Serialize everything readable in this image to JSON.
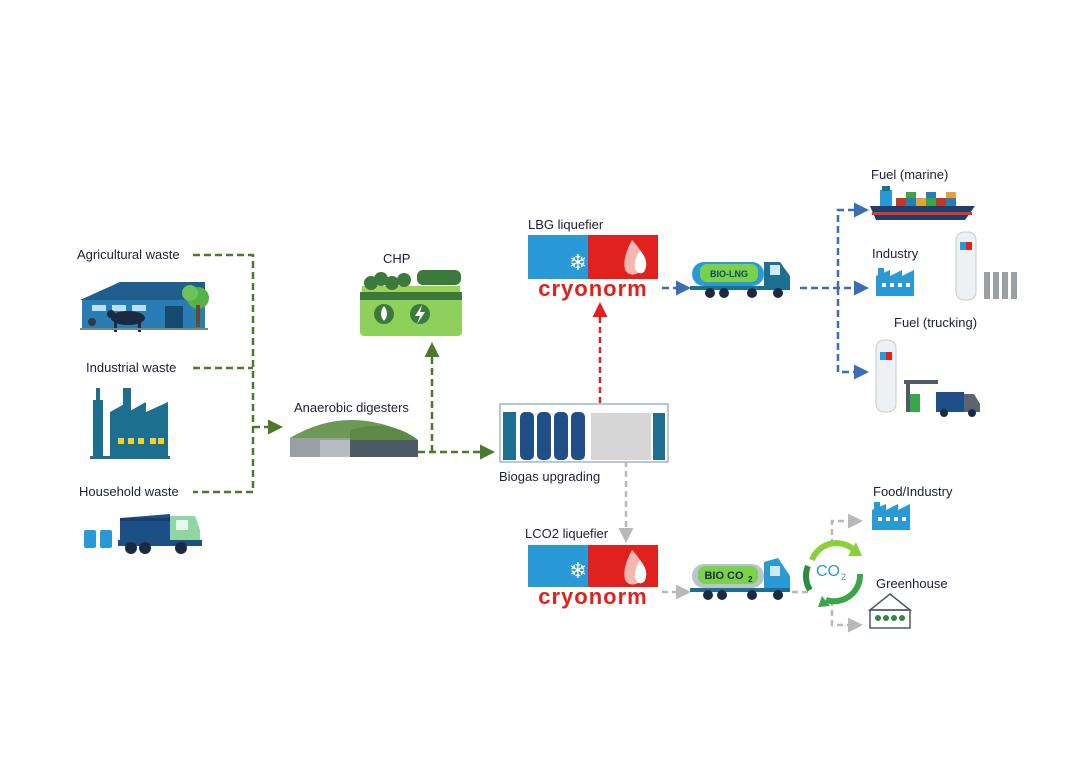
{
  "labels": {
    "agricultural_waste": "Agricultural waste",
    "industrial_waste": "Industrial waste",
    "household_waste": "Household waste",
    "anaerobic_digesters": "Anaerobic digesters",
    "chp": "CHP",
    "biogas_upgrading": "Biogas upgrading",
    "lbg_liquefier": "LBG liquefier",
    "lco2_liquefier": "LCO2 liquefier",
    "fuel_marine": "Fuel (marine)",
    "industry": "Industry",
    "fuel_trucking": "Fuel (trucking)",
    "food_industry": "Food/Industry",
    "greenhouse": "Greenhouse"
  },
  "logos": {
    "cryonorm_text": "cryonorm"
  },
  "truck_labels": {
    "bio_lng": "BIO-LNG",
    "bio_co2": "BIO CO",
    "bio_co2_sub": "2"
  },
  "co2_badge": {
    "text": "CO",
    "sub": "2"
  },
  "colors": {
    "waste_line": "#4a7a2a",
    "lng_line": "#3d6db5",
    "co2_line": "#b9b9b9",
    "upgrade_line": "#e0211d",
    "text": "#1b1f3b",
    "cryonorm_blue": "#2a9ad6",
    "cryonorm_red": "#e0211d",
    "teal": "#1c6f8e",
    "green": "#3aa64a"
  }
}
